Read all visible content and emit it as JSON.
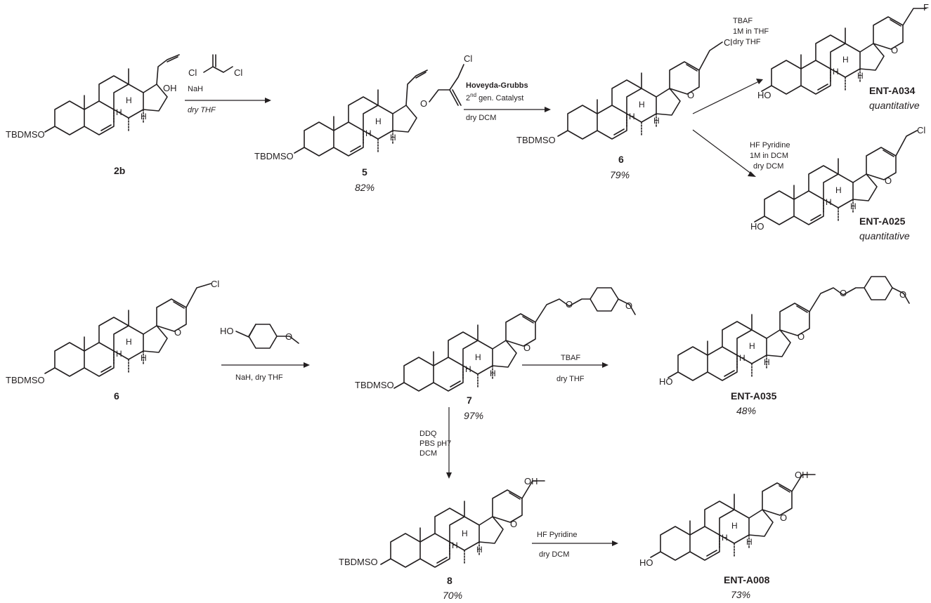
{
  "atoms": {
    "tbdmso": "TBDMSO",
    "ho": "HO",
    "oh": "OH",
    "o": "O",
    "cl": "Cl",
    "f": "F",
    "h": "H"
  },
  "compounds": {
    "c2b": {
      "label": "2b"
    },
    "c5": {
      "label": "5",
      "yield": "82%"
    },
    "c6": {
      "label": "6",
      "yield": "79%"
    },
    "cA034": {
      "label": "ENT-A034",
      "yield": "quantitative"
    },
    "cA025": {
      "label": "ENT-A025",
      "yield": "quantitative"
    },
    "c6b": {
      "label": "6"
    },
    "c7": {
      "label": "7",
      "yield": "97%"
    },
    "cA035": {
      "label": "ENT-A035",
      "yield": "48%"
    },
    "c8": {
      "label": "8",
      "yield": "70%"
    },
    "cA008": {
      "label": "ENT-A008",
      "yield": "73%"
    }
  },
  "reagents": {
    "r1": {
      "line1": "NaH",
      "line2": "dry THF"
    },
    "r2": {
      "line1": "Hoveyda-Grubbs",
      "line2_pre": "2",
      "line2_sup": "nd",
      "line2_post": " gen. Catalyst",
      "line3": "dry DCM"
    },
    "r3": {
      "line1": "TBAF",
      "line2": "1M in THF",
      "line3": "dry THF"
    },
    "r4": {
      "line1": "HF Pyridine",
      "line2": "1M in DCM",
      "line3": "dry DCM"
    },
    "r5": {
      "line1": "NaH, dry THF"
    },
    "r6": {
      "line1": "TBAF",
      "line2": "dry THF"
    },
    "r7": {
      "line1": "DDQ",
      "line2": "PBS pH7",
      "line3": "DCM"
    },
    "r8": {
      "line1": "HF Pyridine",
      "line2": "dry DCM"
    }
  }
}
